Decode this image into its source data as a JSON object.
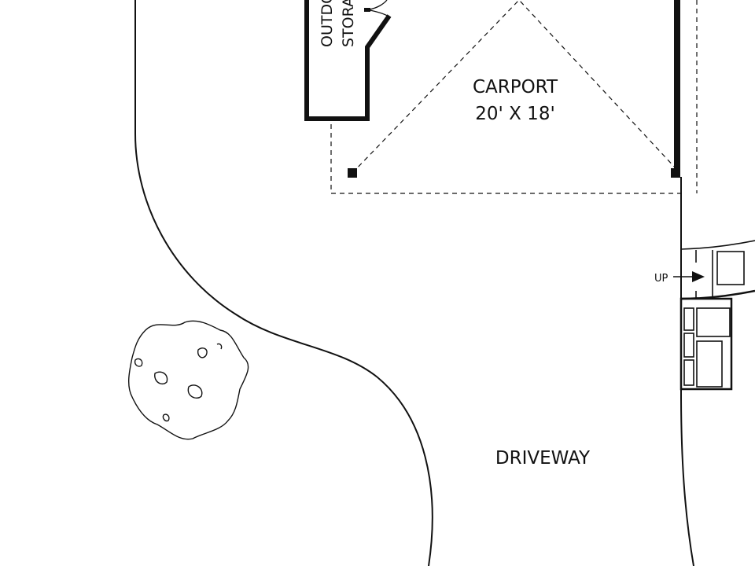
{
  "plan": {
    "storage_label_line1": "OUTDOOR",
    "storage_label_line2": "STORAGE",
    "carport_label": "CARPORT",
    "carport_size": "20' X 18'",
    "stair_label": "UP",
    "driveway_label": "DRIVEWAY"
  },
  "colors": {
    "line": "#111111",
    "background": "#ffffff"
  }
}
